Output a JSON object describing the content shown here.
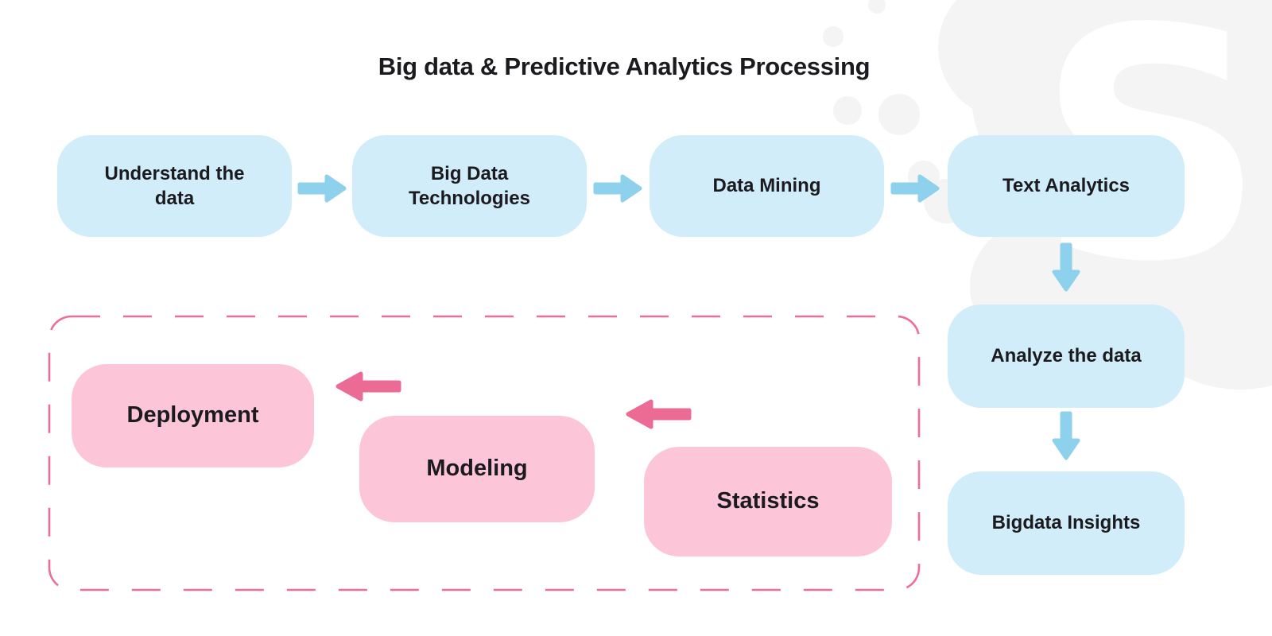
{
  "title": "Big data & Predictive Analytics Processing",
  "watermark_letter": "S",
  "colors": {
    "blue_box": "#d2edfa",
    "blue_arrow": "#8dd1ec",
    "pink_box": "#fcc6d8",
    "pink_arrow": "#ec6b95",
    "dashed_border": "#ee6d9b",
    "text": "#1b1b1f",
    "watermark": "#f4f4f5"
  },
  "top_flow": [
    {
      "label": "Understand the data"
    },
    {
      "label": "Big Data Technologies"
    },
    {
      "label": "Data Mining"
    },
    {
      "label": "Text Analytics"
    }
  ],
  "right_flow": [
    {
      "label": "Analyze the data"
    },
    {
      "label": "Bigdata Insights"
    }
  ],
  "bottom_flow": [
    {
      "label": "Deployment"
    },
    {
      "label": "Modeling"
    },
    {
      "label": "Statistics"
    }
  ]
}
